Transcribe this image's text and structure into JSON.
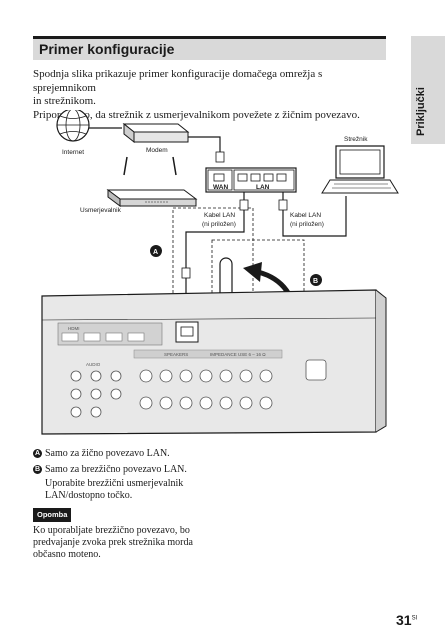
{
  "heading": {
    "title": "Primer konfiguracije"
  },
  "side_tab": {
    "label": "Priključki"
  },
  "intro": {
    "line1": "Spodnja slika prikazuje primer konfiguracije domačega omrežja s sprejemnikom",
    "line2": "in strežnikom.",
    "line3": "Priporočamo, da strežnik z usmerjevalnikom povežete z žičnim povezavo."
  },
  "diagram": {
    "internet": "Internet",
    "modem": "Modem",
    "router": "Usmerjevalnik",
    "server": "Strežnik",
    "wan": "WAN",
    "lan": "LAN",
    "cable1_line1": "Kabel LAN",
    "cable1_line2": "(ni priložen)",
    "cable2_line1": "Kabel LAN",
    "cable2_line2": "(ni priložen)",
    "marker_a": "A",
    "marker_b": "B",
    "panel_hdmi": "HDMI",
    "panel_audio": "AUDIO",
    "panel_speakers": "SPEAKERS",
    "panel_impedance": "IMPEDANCE USE 6 – 16 Ω"
  },
  "notes": {
    "a_marker": "A",
    "a_text": "Samo za žično povezavo LAN.",
    "b_marker": "B",
    "b_text": "Samo za brezžično povezavo LAN.",
    "b_sub1": "Uporabite brezžični usmerjevalnik",
    "b_sub2": "LAN/dostopno točko.",
    "opomba_label": "Opomba",
    "opomba1": "Ko uporabljate brezžično povezavo, bo",
    "opomba2": "predvajanje zvoka prek strežnika morda",
    "opomba3": "občasno moteno."
  },
  "page": {
    "number": "31",
    "suffix": "SI"
  }
}
